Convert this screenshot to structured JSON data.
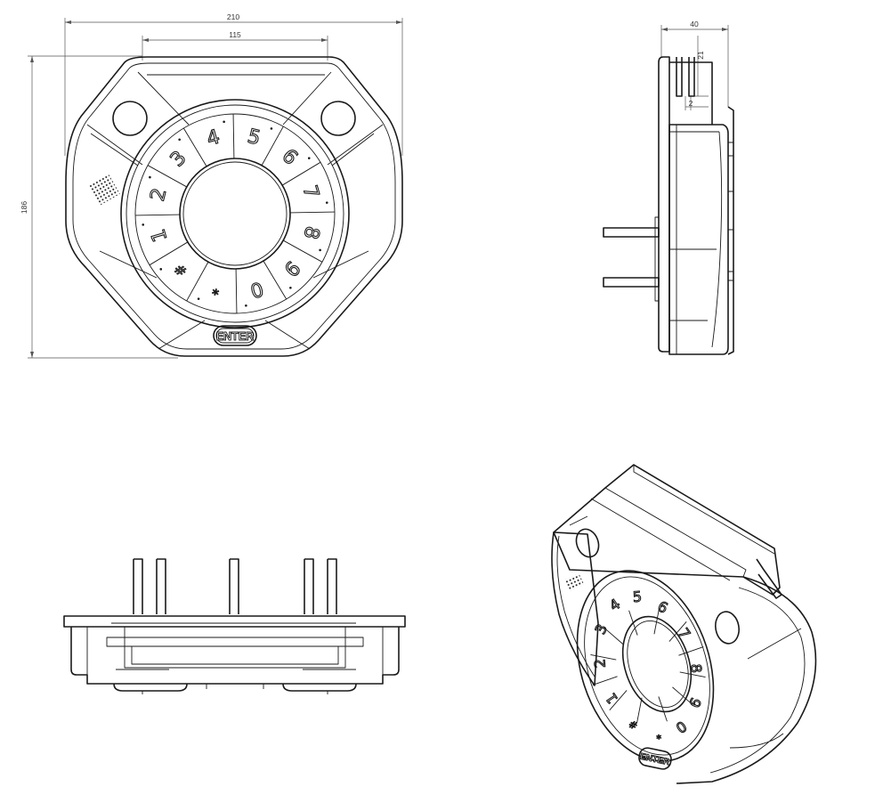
{
  "dimensions": {
    "overall_width": "210",
    "center_width": "115",
    "height": "186",
    "depth": "40",
    "pin_length": "21",
    "pin_offset": "2"
  },
  "keypad": {
    "keys": [
      "2",
      "3",
      "4",
      "5",
      "6",
      "7",
      "8",
      "9",
      "0",
      "*",
      "#",
      "1"
    ],
    "enter_label": "ENTER"
  }
}
